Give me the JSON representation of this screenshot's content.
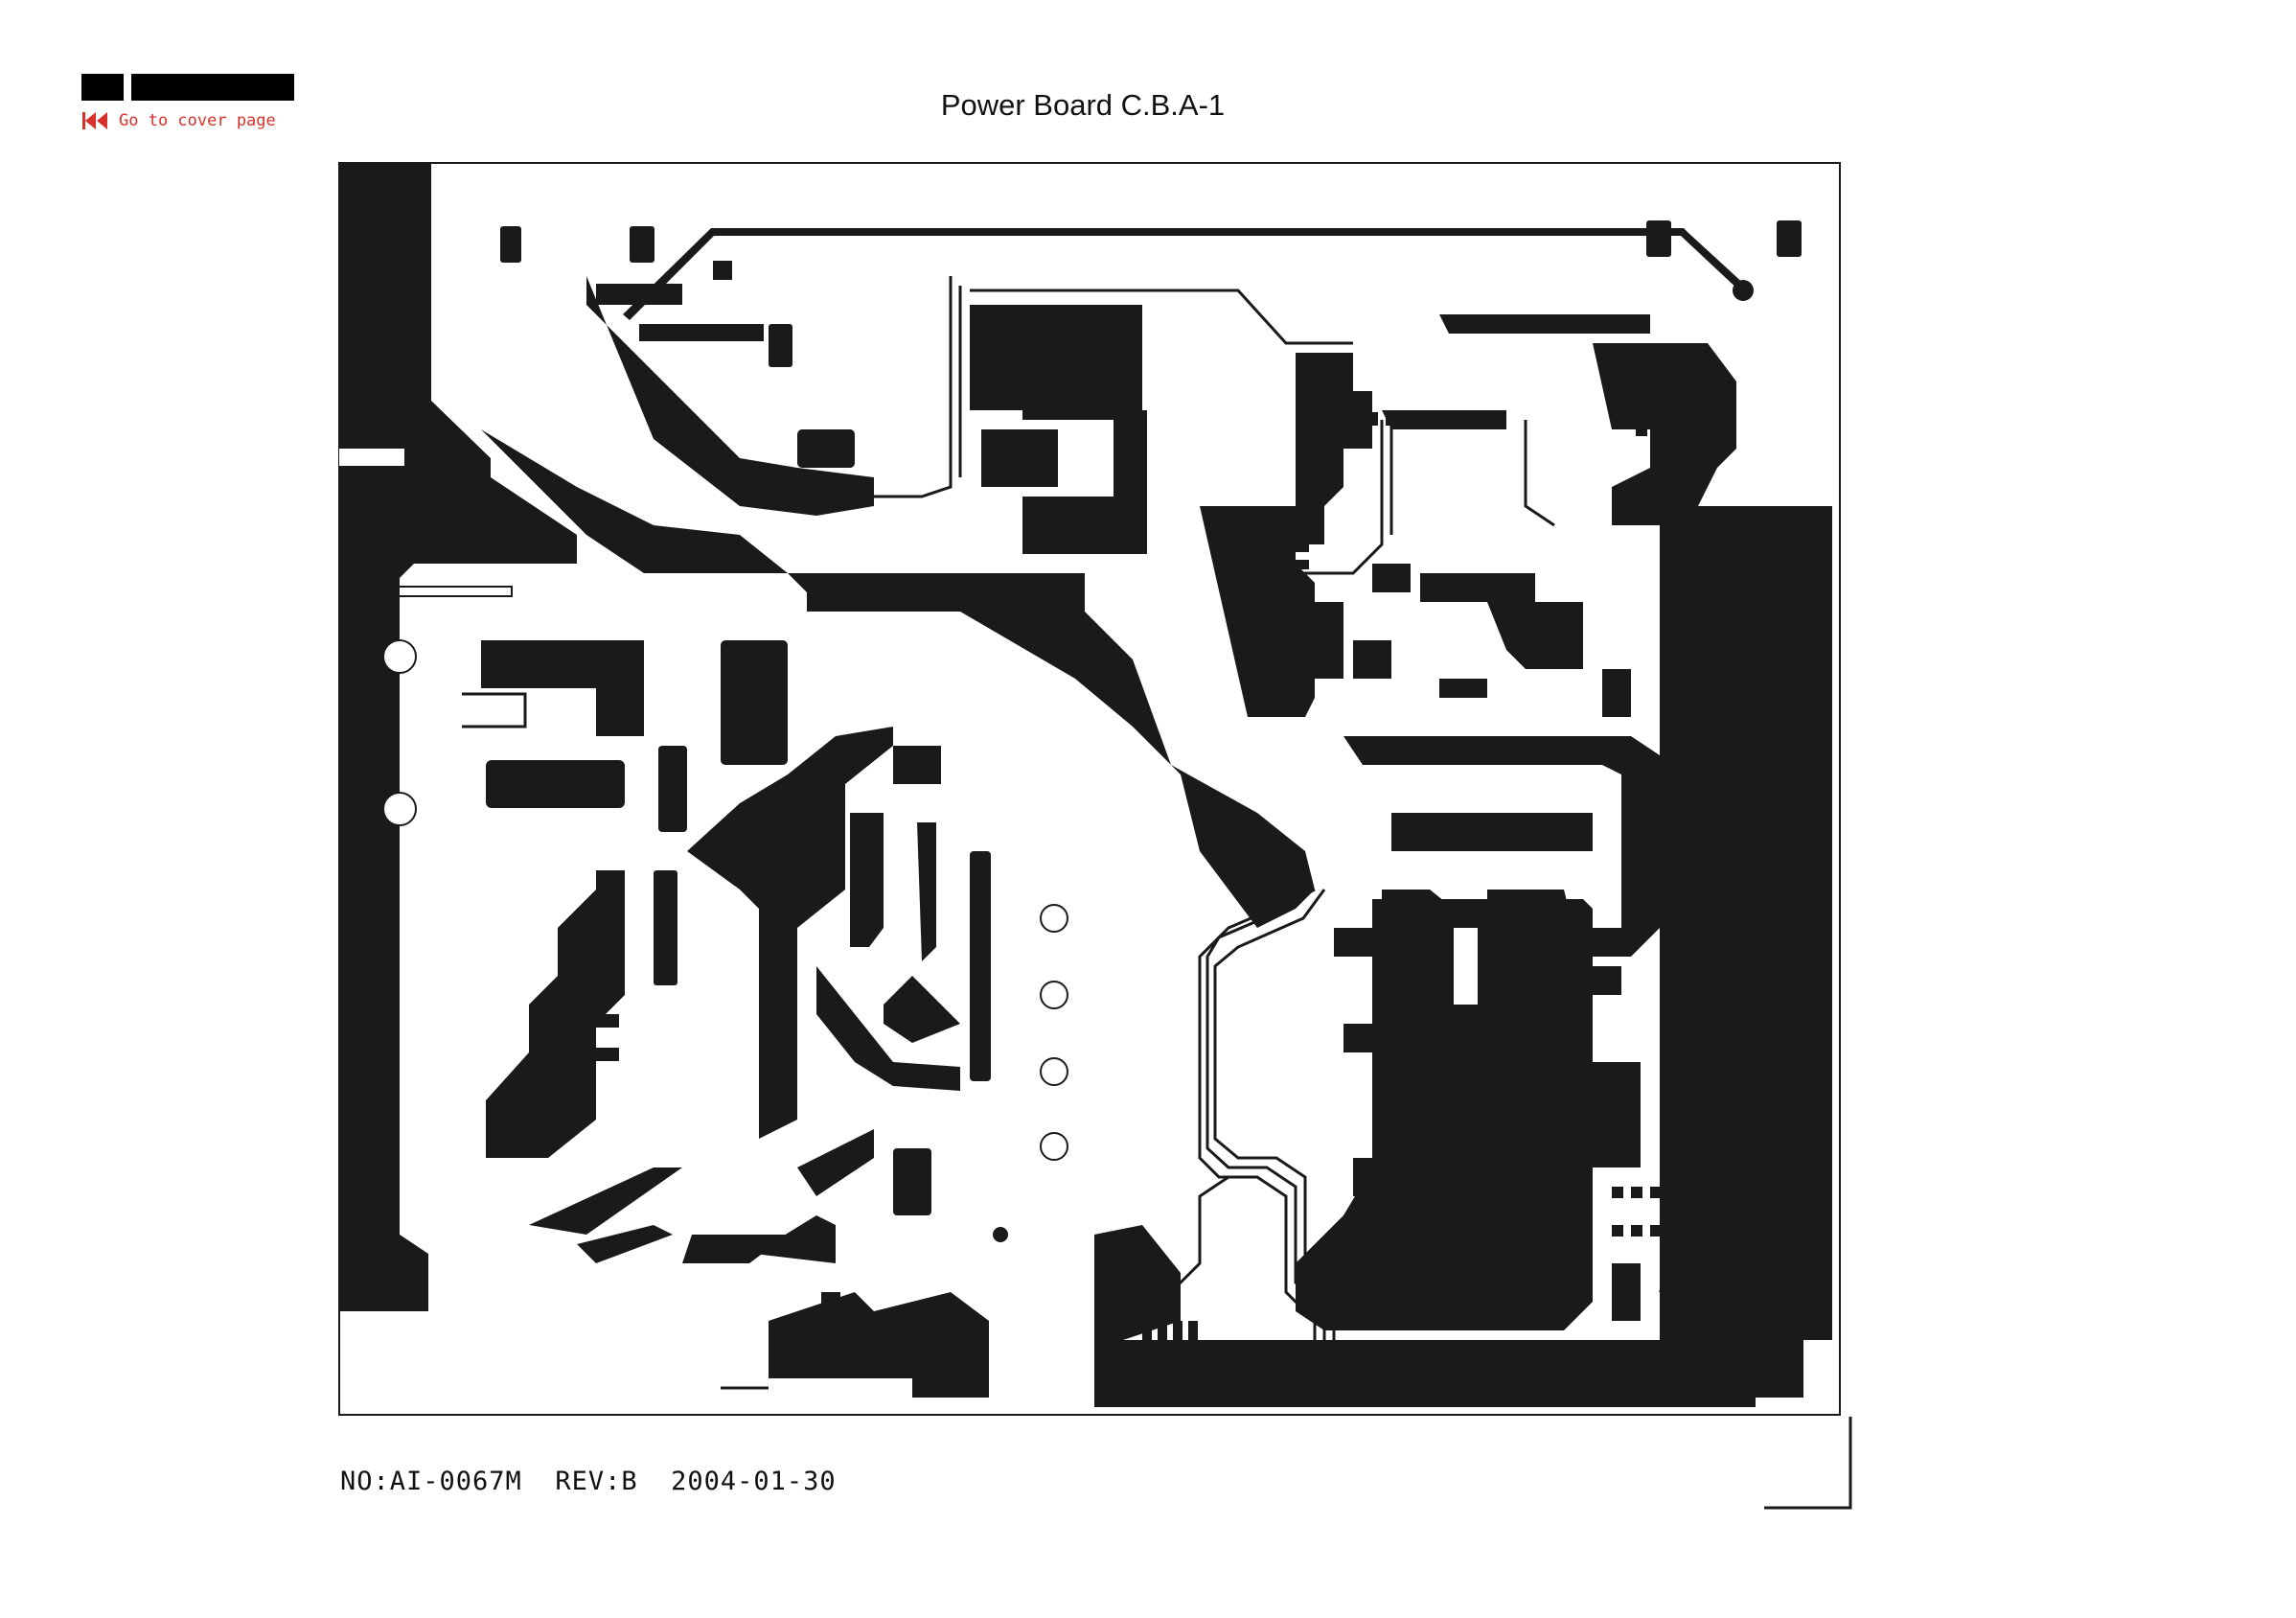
{
  "nav": {
    "back_label": "Go to cover page",
    "icon": "rewind-icon"
  },
  "page": {
    "title": "Power Board C.B.A-1"
  },
  "drawing": {
    "number": "NO:AI-0067M",
    "revision": "REV:B",
    "date": "2004-01-30"
  },
  "colors": {
    "copper": "#1a1a1a",
    "background": "#ffffff",
    "link": "#d8312c"
  }
}
